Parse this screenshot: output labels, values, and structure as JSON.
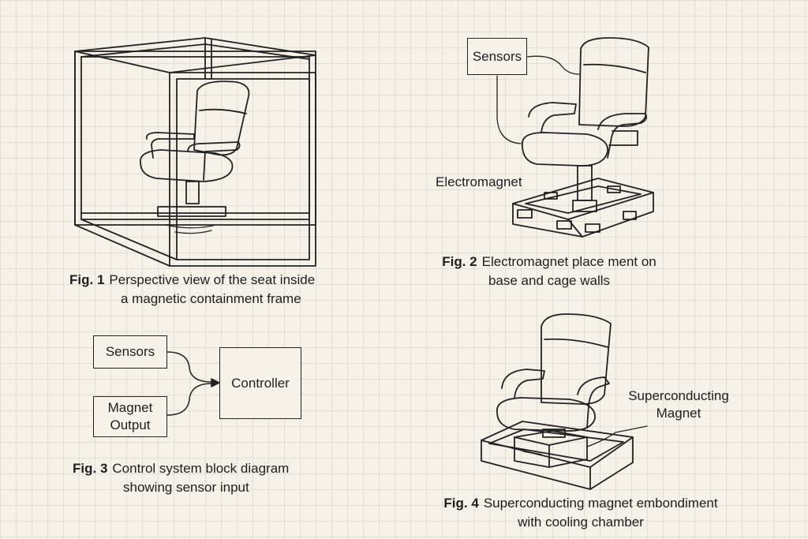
{
  "figures": {
    "fig1": {
      "number": "Fig. 1",
      "caption_line1": "Perspective view of the seat inside",
      "caption_line2": "a magnetic containment frame"
    },
    "fig2": {
      "number": "Fig. 2",
      "caption_line1": "Electromagnet place ment on",
      "caption_line2": "base and cage walls",
      "label_sensors": "Sensors",
      "label_electromagnet": "Electromagnet"
    },
    "fig3": {
      "number": "Fig. 3",
      "caption_line1": "Control system block diagram",
      "caption_line2": "showing sensor input",
      "box_sensors": "Sensors",
      "box_magnet_line1": "Magnet",
      "box_magnet_line2": "Output",
      "box_controller": "Controller"
    },
    "fig4": {
      "number": "Fig. 4",
      "caption_line1": "Superconducting magnet embondiment",
      "caption_line2": "with cooling chamber",
      "label_line1": "Superconducting",
      "label_line2": "Magnet"
    }
  },
  "colors": {
    "line": "#222222",
    "background": "#f6f2ea",
    "grid": "#e4ddd2"
  }
}
